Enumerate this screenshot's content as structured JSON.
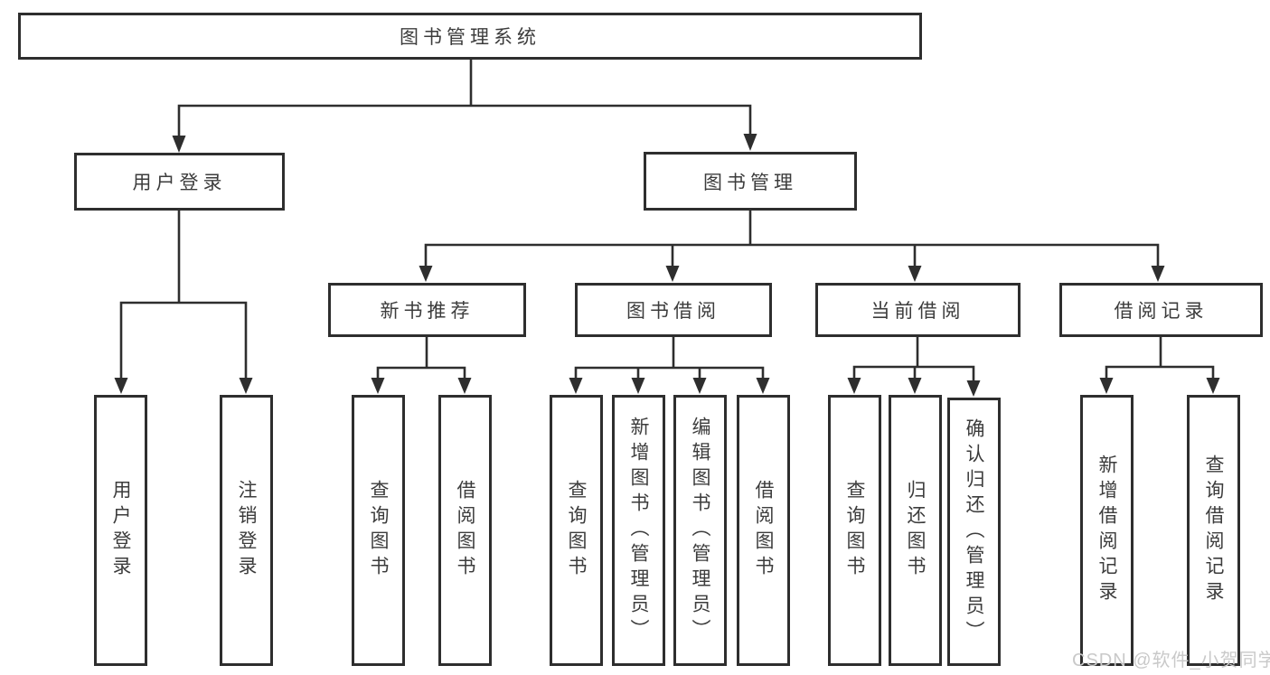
{
  "colors": {
    "background": "#ffffff",
    "line": "#2e2e2e",
    "text": "#3c3c3c",
    "watermark": "#c9c9c9"
  },
  "tree": {
    "root": {
      "label": "图书管理系统"
    },
    "level2": {
      "user_login": {
        "label": "用户登录",
        "children": [
          {
            "label": "用户登录"
          },
          {
            "label": "注销登录"
          }
        ]
      },
      "book_management": {
        "label": "图书管理",
        "children": [
          {
            "label": "新书推荐",
            "children": [
              {
                "label": "查询图书"
              },
              {
                "label": "借阅图书"
              }
            ]
          },
          {
            "label": "图书借阅",
            "children": [
              {
                "label": "查询图书"
              },
              {
                "label": "新增图书（管理员）"
              },
              {
                "label": "编辑图书（管理员）"
              },
              {
                "label": "借阅图书"
              }
            ]
          },
          {
            "label": "当前借阅",
            "children": [
              {
                "label": "查询图书"
              },
              {
                "label": "归还图书"
              },
              {
                "label": "确认归还（管理员）"
              }
            ]
          },
          {
            "label": "借阅记录",
            "children": [
              {
                "label": "新增借阅记录"
              },
              {
                "label": "查询借阅记录"
              }
            ]
          }
        ]
      }
    }
  },
  "watermark": {
    "text": "CSDN @软件_小贺同学"
  }
}
